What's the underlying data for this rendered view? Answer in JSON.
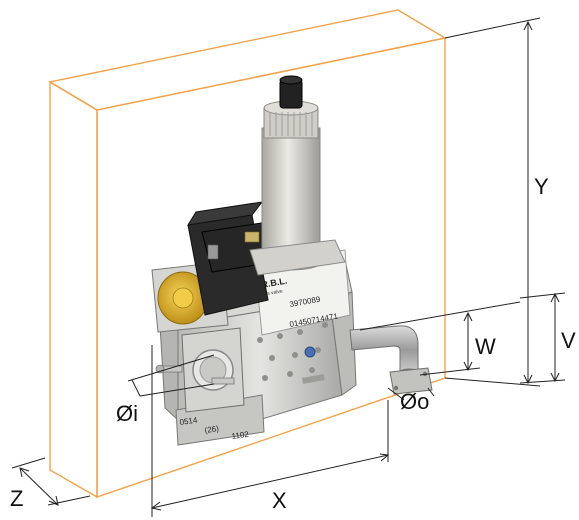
{
  "labels": {
    "y": "Y",
    "v": "V",
    "w": "W",
    "x": "X",
    "z": "Z",
    "oi": "Øi",
    "oo": "Øo"
  },
  "plate": {
    "brand": "R.B.L.",
    "code": "3970089",
    "serial": "01450714471",
    "mark_left": "0514",
    "mark_mid": "(26)",
    "mark_right": "1102"
  },
  "colors": {
    "box_outline": "#f2a24a",
    "dimension_lines": "#222222",
    "body_metal": "#cfcfcd",
    "coil": "#2a2a2a",
    "actuator": "#d9d8d2",
    "pressure_switch": "#e6b832"
  }
}
